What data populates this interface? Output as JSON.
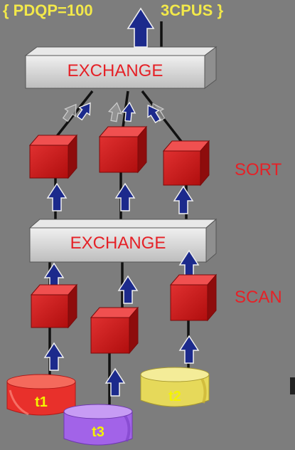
{
  "title": {
    "left": "{ PDQP=100",
    "right": "3CPUS }"
  },
  "exchange_top": {
    "label": "EXCHANGE"
  },
  "exchange_mid": {
    "label": "EXCHANGE"
  },
  "stage_labels": {
    "sort": "SORT",
    "scan": "SCAN"
  },
  "tables": [
    {
      "label": "t1",
      "color": "#e8302b"
    },
    {
      "label": "t2",
      "color": "#e6d95a"
    },
    {
      "label": "t3",
      "color": "#a263e8"
    }
  ],
  "colors": {
    "background": "#7d7d7d",
    "operator_cube": "#d41a1a",
    "arrow": "#1c2a8c",
    "exchange_box": "#d2d2d2",
    "label_red": "#e52127",
    "title_yellow": "#f2e84a"
  },
  "icons": [
    "arrow-up-icon",
    "operator-cube-icon",
    "table-disk-icon",
    "exchange-box-icon"
  ]
}
